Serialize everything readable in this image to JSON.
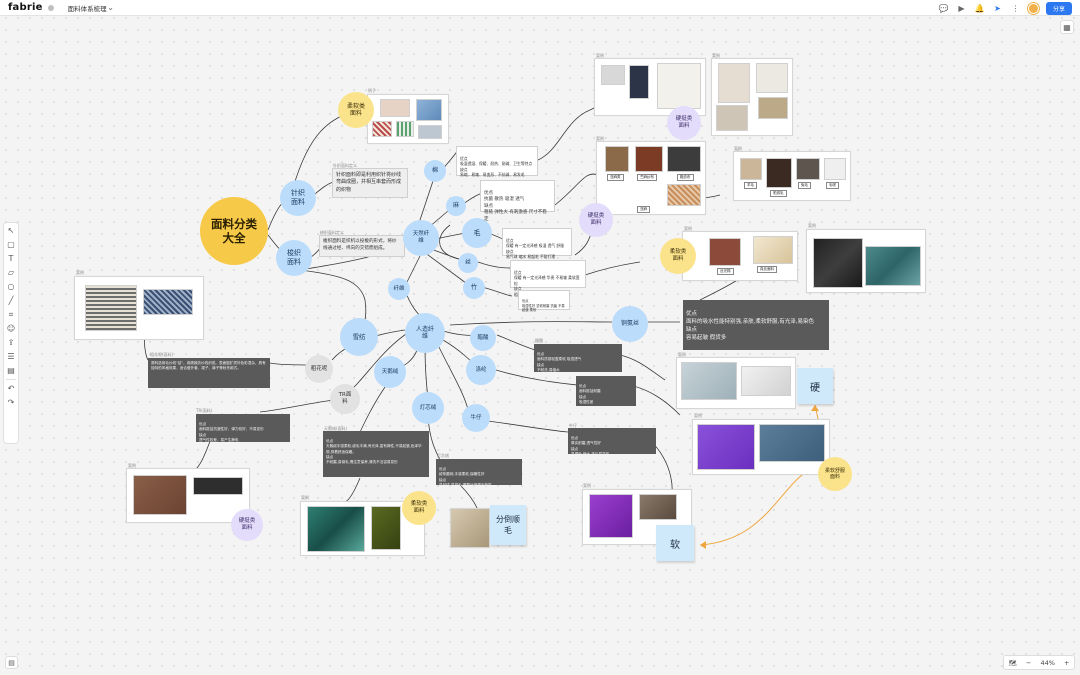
{
  "app": {
    "brand": "fabrie",
    "doc_title": "面料体系梳理",
    "share_label": "分享",
    "zoom": "44%"
  },
  "colors": {
    "main_topic": "#f7c948",
    "blue_node": "#bcdcfb",
    "yellow_tag": "#fbe38c",
    "lavender_tag": "#e3dcfa",
    "dark_note": "#5a5a5a",
    "sticky": "#cfe9fb",
    "connector_orange": "#f0a640",
    "share_button": "#2b78f0"
  },
  "toolbar": {
    "tools": [
      "cursor-icon",
      "frame-icon",
      "text-icon",
      "sticky-note-icon",
      "shape-icon",
      "line-icon",
      "crop-icon",
      "emoji-icon",
      "upload-icon",
      "list-icon",
      "template-icon",
      "undo-icon",
      "redo-icon"
    ]
  },
  "mindmap": {
    "root": "面料分类大全",
    "knit": {
      "label": "针织面料",
      "caption": "针织面料定义",
      "definition": "针织面料即是利用织针将纱线弯曲成圈，并相互串套而形成的织物"
    },
    "woven": {
      "label": "梭织面料",
      "caption": "梭织面料定义",
      "definition": "梭织面料是织机以投梭的形式，将纱线通过经、纬向的交错而组成。"
    },
    "knit_tag": "柔软类面料",
    "knit_card_caption": "例子",
    "natural": {
      "label": "天然纤维",
      "children": [
        "棉",
        "麻",
        "毛",
        "丝",
        "竹"
      ],
      "sub": "纤维"
    },
    "man_made": {
      "label": "人造纤维",
      "children": [
        "雪纺",
        "天鹅绒",
        "醋酸",
        "灯芯绒",
        "牛仔",
        "涤纶",
        "粗花呢",
        "TR面料"
      ]
    },
    "notes": {
      "cotton": "优点\n吸湿透湿、保暖、耐热、耐碱、卫生等特点\n缺点\n易缩、易皱、易变形、不抗碱、易发毛",
      "linen": "优点\n抗菌 散热 吸湿 透气\n缺点\n粗糙 弹性大 有刺激感 尺寸不稳定",
      "wool": "优点\n保暖 有一定光泽感 吸湿 透气 舒服\n缺点\n易气球 缩水 易起毛 不耐打理",
      "silk": "优点\n保暖 有一定光泽感 华贵 不易皱 柔软蓬松\n缺点\n粗糙 易起毛 易缩 贵",
      "bamboo": "优点\n吸湿性好 坚韧耐磨 抗菌 不易起皱 柔软",
      "spandex": "优点\n面料的吸水性能特别强,亲肤,柔软舒服,有光泽,易染色\n缺点\n容易起皱 假货多",
      "tweed_caption": "粗花呢(面料)",
      "tweed": "原料选用毛纱线\"结\"，用精致纺纱线织成。表面粗犷质朴色彩混杂，具有独特的风格效果，适合做外套、裙子、裤子等秋冬款式。",
      "tr_caption": "TR(面料)",
      "tr": "优点\n面料挺括抗皱性好，弹力较好，不易变形\n缺点\n透气性较差，易产生静电",
      "chiffon_caption": "雪纺(面料)",
      "chiffon": "优点\n手感柔软、质地轻薄、透气性好，悬垂飘逸\n缺点\n易产生静电，易皱",
      "velvet_caption": "天鹅绒(面料)",
      "velvet": "优点\n天鹅绒手感柔软,绒毛丰满,有光泽,富有弹性,不易起皱,色泽华丽,穿着舒适保暖。\n缺点\n不耐磨,易倒毛,需注意保养,清洗不当容易变形",
      "acetate": "优点\n面料质感轻盈柔软,吸湿透气\n缺点\n不耐洗,易缩水",
      "corduroy_caption": "灯芯绒",
      "corduroy": "优点\n绒条圆润,手感柔软,保暖性好\n缺点\n易起球,易掉毛,需要分倒顺毛裁剪",
      "denim_caption": "牛仔",
      "denim": "优点\n厚实耐磨,透气性好\n缺点\n易褪色,缩水,洗后易变形"
    },
    "tags": {
      "hard1": "硬挺类面料",
      "hard2": "硬挺类面料",
      "soft1": "柔软类面料",
      "soft_spandex": "柔软舒服面料",
      "hard3": "硬挺类面料",
      "soft_velvet": "柔软类面料"
    },
    "stickies": {
      "hard": "硬",
      "soft": "软",
      "nap": "分倒顺毛"
    },
    "sample_tags": {
      "a": [
        "亚麻类",
        "苎麻纱布",
        "粗纺布",
        "亚麻"
      ],
      "b": [
        "羊毛",
        "驼绒毛",
        "兔毛",
        "毛呢"
      ],
      "c": [
        "丝光棉",
        "真丝面料"
      ]
    },
    "captions": {
      "card_top1": "案例",
      "card_top2": "案例",
      "card_linen": "案例",
      "card_wool": "案例",
      "card_silk": "案例",
      "card_silk2": "案例",
      "card_tweed": "案例",
      "card_tr": "案例",
      "card_velvet": "案例",
      "card_spandex1": "案例",
      "card_spandex2": "案例",
      "card_denim": "案例"
    }
  }
}
